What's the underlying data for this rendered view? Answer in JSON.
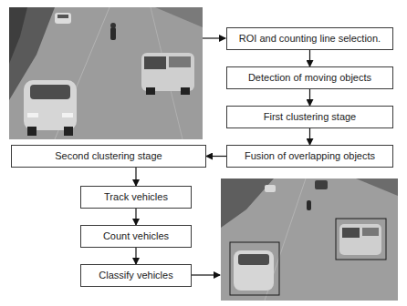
{
  "diagram": {
    "nodes": [
      {
        "text": [
          "ROI and counting line selection."
        ]
      },
      {
        "text": [
          "Detection of moving objects"
        ]
      },
      {
        "text": [
          "First clustering stage"
        ]
      },
      {
        "text": [
          "Fusion of overlapping objects"
        ]
      },
      {
        "text": [
          "Second clustering stage"
        ]
      },
      {
        "text": [
          "Track vehicles"
        ]
      },
      {
        "text": [
          "Count vehicles"
        ]
      },
      {
        "text": [
          "Classify vehicles"
        ]
      }
    ],
    "edges": [
      {
        "from": 0,
        "to": 1,
        "arrow": "to"
      },
      {
        "from": 1,
        "to": 2,
        "arrow": "to"
      },
      {
        "from": 2,
        "to": 3,
        "arrow": "to"
      },
      {
        "from": 3,
        "to": 4,
        "arrow": "to"
      },
      {
        "from": 4,
        "to": 5,
        "arrow": "to"
      },
      {
        "from": 5,
        "to": 6,
        "arrow": "to"
      },
      {
        "from": 6,
        "to": 7,
        "arrow": "to"
      }
    ]
  }
}
